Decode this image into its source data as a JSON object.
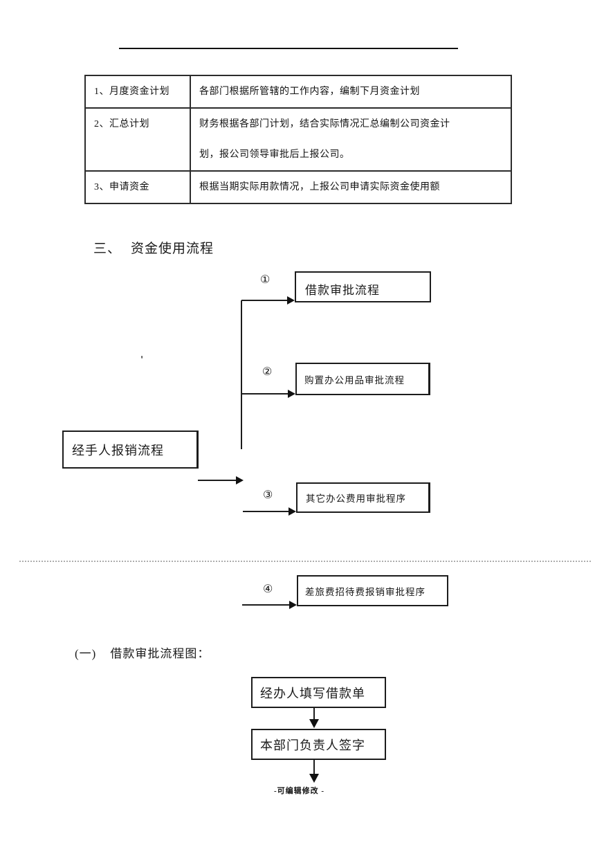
{
  "table": {
    "rows": [
      {
        "label": "1、月度资金计划",
        "content": "各部门根据所管辖的工作内容，编制下月资金计划"
      },
      {
        "label": "2、汇总计划",
        "content_lines": [
          "财务根据各部门计划，结合实际情况汇总编制公司资金计",
          "划，报公司领导审批后上报公司。"
        ]
      },
      {
        "label": "3、申请资金",
        "content": "根据当期实际用款情况，上报公司申请实际资金使用额"
      }
    ]
  },
  "section_heading": {
    "number": "三、",
    "title": "资金使用流程"
  },
  "stray_mark": "'",
  "flowchart": {
    "source_box": "经手人报销流程",
    "branches": [
      {
        "num": "①",
        "label": "借款审批流程"
      },
      {
        "num": "②",
        "label": "购置办公用品审批流程"
      },
      {
        "num": "③",
        "label": "其它办公费用审批程序"
      },
      {
        "num": "④",
        "label": "差旅费招待费报销审批程序"
      }
    ]
  },
  "subsection_heading": {
    "number": "(一)",
    "title": "借款审批流程图："
  },
  "loan_flow": {
    "steps": [
      "经办人填写借款单",
      "本部门负责人签字"
    ]
  },
  "footer_text": "-可编辑修改 -",
  "colors": {
    "ink": "#1a1a1a",
    "border": "#2b2b2b",
    "dotted_rule": "#adadad",
    "background": "#ffffff"
  }
}
